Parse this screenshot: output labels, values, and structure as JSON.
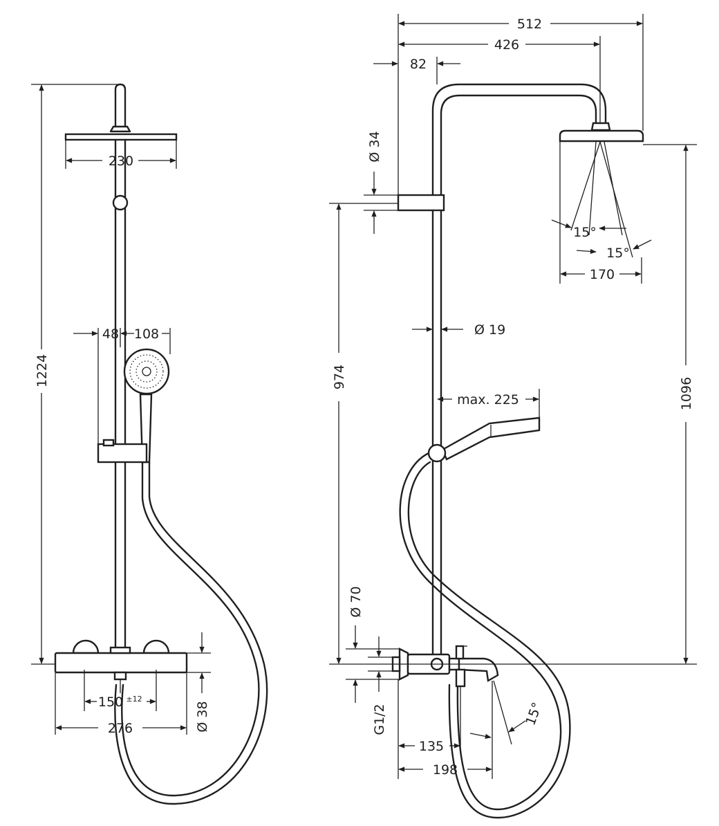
{
  "colors": {
    "ink": "#1f1f1f",
    "background": "#ffffff"
  },
  "front": {
    "height_total": "1224",
    "head_width": "230",
    "offset_48": "48",
    "offset_108": "108",
    "thermo_spacing": "150",
    "thermo_tolerance": "±12",
    "thermo_width": "276",
    "thermo_diameter": "Ø 38"
  },
  "side": {
    "total_reach": "512",
    "head_reach": "426",
    "wall_offset": "82",
    "rail_top_diameter": "Ø 34",
    "rail_diameter": "Ø 19",
    "height_974": "974",
    "height_1096": "1096",
    "angle_left": "15°",
    "angle_right": "15°",
    "spray_width": "170",
    "handshower_reach": "max. 225",
    "thermo_diameter": "Ø 70",
    "connection": "G1/2",
    "spout_135": "135",
    "spout_198": "198",
    "spout_angle": "15°"
  }
}
